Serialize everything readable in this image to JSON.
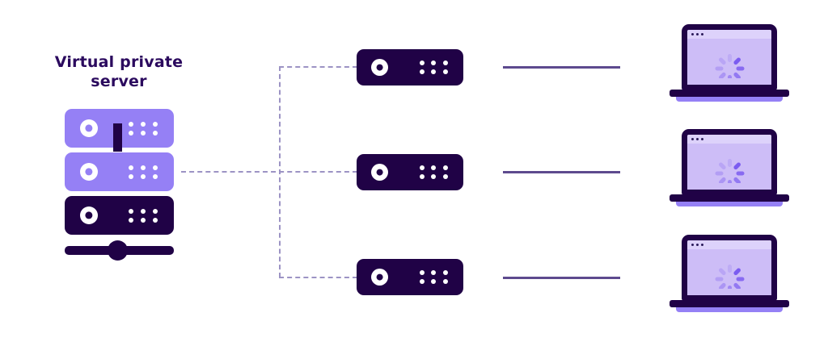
{
  "diagram": {
    "title": "Virtual private server",
    "background_color": "#ffffff",
    "colors": {
      "dark_purple": "#200246",
      "light_purple": "#9580f5",
      "screen_lavender": "#cdbdf7",
      "browser_bar": "#ddd2fb",
      "link_line": "#5d4a8e",
      "dashed_line": "#9c93c4",
      "title_text": "#2b0a5e"
    }
  },
  "vps_stack": {
    "label": "Virtual private server",
    "units": [
      {
        "name": "vps-unit-1",
        "shade": "light"
      },
      {
        "name": "vps-unit-2",
        "shade": "light"
      },
      {
        "name": "vps-unit-3",
        "shade": "dark"
      }
    ],
    "base": {
      "name": "network-base-bar",
      "node": "network-node"
    }
  },
  "virtual_servers": [
    {
      "name": "virtual-server-1",
      "shade": "dark"
    },
    {
      "name": "virtual-server-2",
      "shade": "dark"
    },
    {
      "name": "virtual-server-3",
      "shade": "dark"
    }
  ],
  "clients": [
    {
      "name": "client-laptop-1",
      "state": "loading"
    },
    {
      "name": "client-laptop-2",
      "state": "loading"
    },
    {
      "name": "client-laptop-3",
      "state": "loading"
    }
  ],
  "connectors": {
    "dashed": [
      {
        "name": "trunk-horizontal",
        "orientation": "horizontal"
      },
      {
        "name": "spine-vertical",
        "orientation": "vertical"
      },
      {
        "name": "branch-top",
        "orientation": "horizontal"
      },
      {
        "name": "branch-bottom",
        "orientation": "horizontal"
      }
    ],
    "solid": [
      {
        "name": "link-server-1-to-laptop-1"
      },
      {
        "name": "link-server-2-to-laptop-2"
      },
      {
        "name": "link-server-3-to-laptop-3"
      }
    ]
  },
  "spinner": {
    "segment_count": 8,
    "opacities": [
      1,
      0.85,
      0.7,
      0.55,
      0.42,
      0.32,
      0.24,
      0.18
    ]
  },
  "browser_bar_dots": 3,
  "server_led_dots": 6
}
